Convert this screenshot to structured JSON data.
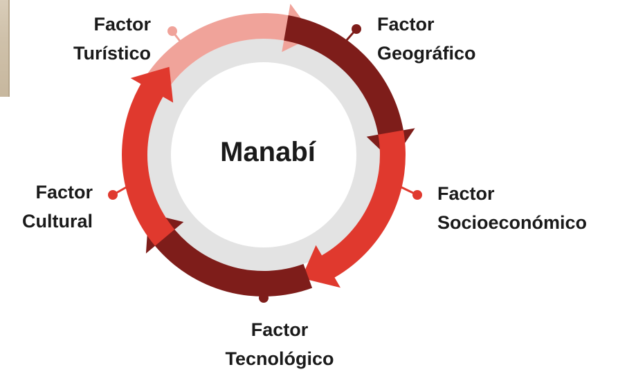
{
  "center": {
    "title": "Manabí"
  },
  "factors": [
    {
      "id": "turistico",
      "line1": "Factor",
      "line2": "Turístico",
      "color": "#f0a39a"
    },
    {
      "id": "geografico",
      "line1": "Factor",
      "line2": "Geográfico",
      "color": "#7e1d1a"
    },
    {
      "id": "socioeconomico",
      "line1": "Factor",
      "line2": "Socioeconómico",
      "color": "#e0392e"
    },
    {
      "id": "tecnologico",
      "line1": "Factor",
      "line2": "Tecnológico",
      "color": "#7e1d1a"
    },
    {
      "id": "cultural",
      "line1": "Factor",
      "line2": "Cultural",
      "color": "#e0392e"
    }
  ],
  "colors": {
    "inner_ring": "#e3e3e3",
    "segment_turistico": "#f0a39a",
    "segment_geografico": "#7e1d1a",
    "segment_socioeconomico": "#e0392e",
    "segment_tecnologico": "#7e1d1a",
    "segment_cultural": "#e0392e"
  }
}
